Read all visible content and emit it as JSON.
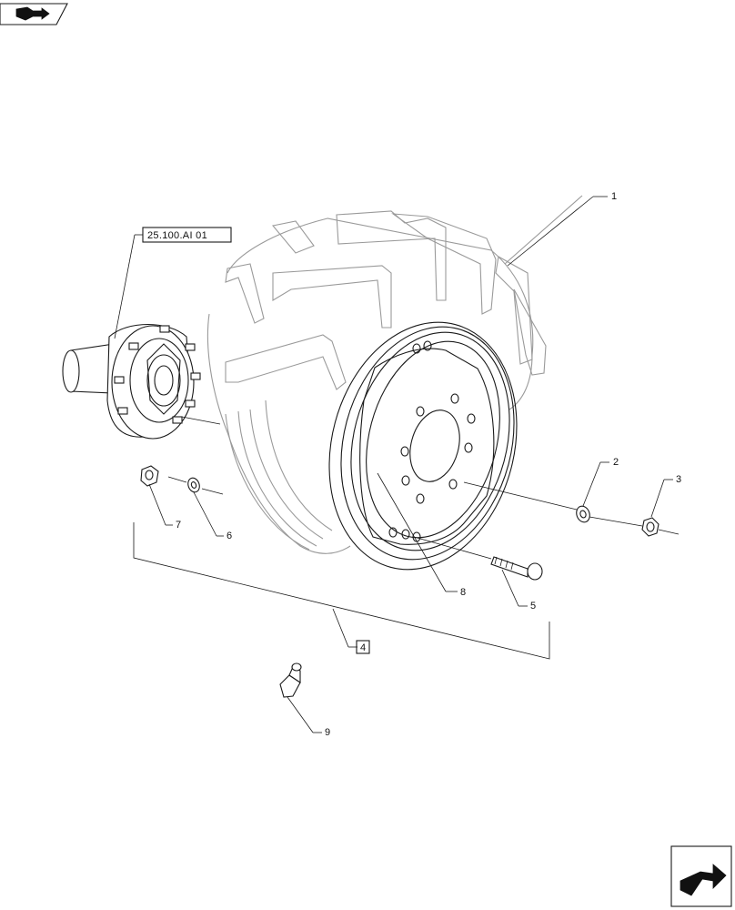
{
  "reference_label": "25.100.AI 01",
  "callouts": {
    "c1": "1",
    "c2": "2",
    "c3": "3",
    "c4": "4",
    "c5": "5",
    "c6": "6",
    "c7": "7",
    "c8": "8",
    "c9": "9"
  },
  "icons": {
    "top_left": "book-arrow-icon",
    "bottom_right": "next-page-arrow-icon"
  },
  "colors": {
    "line": "#1a1a1a",
    "tire_outline": "#9a9a9a",
    "background": "#ffffff"
  }
}
